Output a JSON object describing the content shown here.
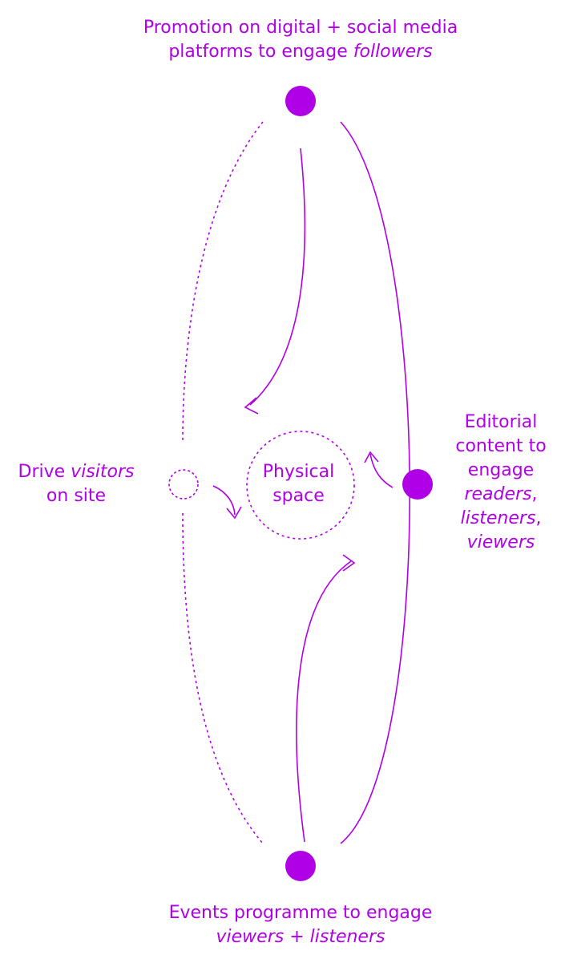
{
  "colors": {
    "accent": "#b000e6"
  },
  "nodes": {
    "top": {
      "line1": "Promotion on digital + social media",
      "line2_plain": "platforms to engage ",
      "line2_italic": "followers"
    },
    "bottom": {
      "line1": "Events programme to engage",
      "line2_italic_a": "viewers",
      "line2_plain": " + ",
      "line2_italic_b": "listeners"
    },
    "left": {
      "line1_plain": "Drive ",
      "line1_italic": "visitors",
      "line2": "on site"
    },
    "center": {
      "line1": "Physical",
      "line2": "space"
    },
    "right": {
      "line1": "Editorial",
      "line2": "content to",
      "line3": "engage",
      "line4_italic": "readers",
      "line4_plain": ",",
      "line5_italic": "listeners",
      "line5_plain": ",",
      "line6_italic": "viewers"
    }
  }
}
